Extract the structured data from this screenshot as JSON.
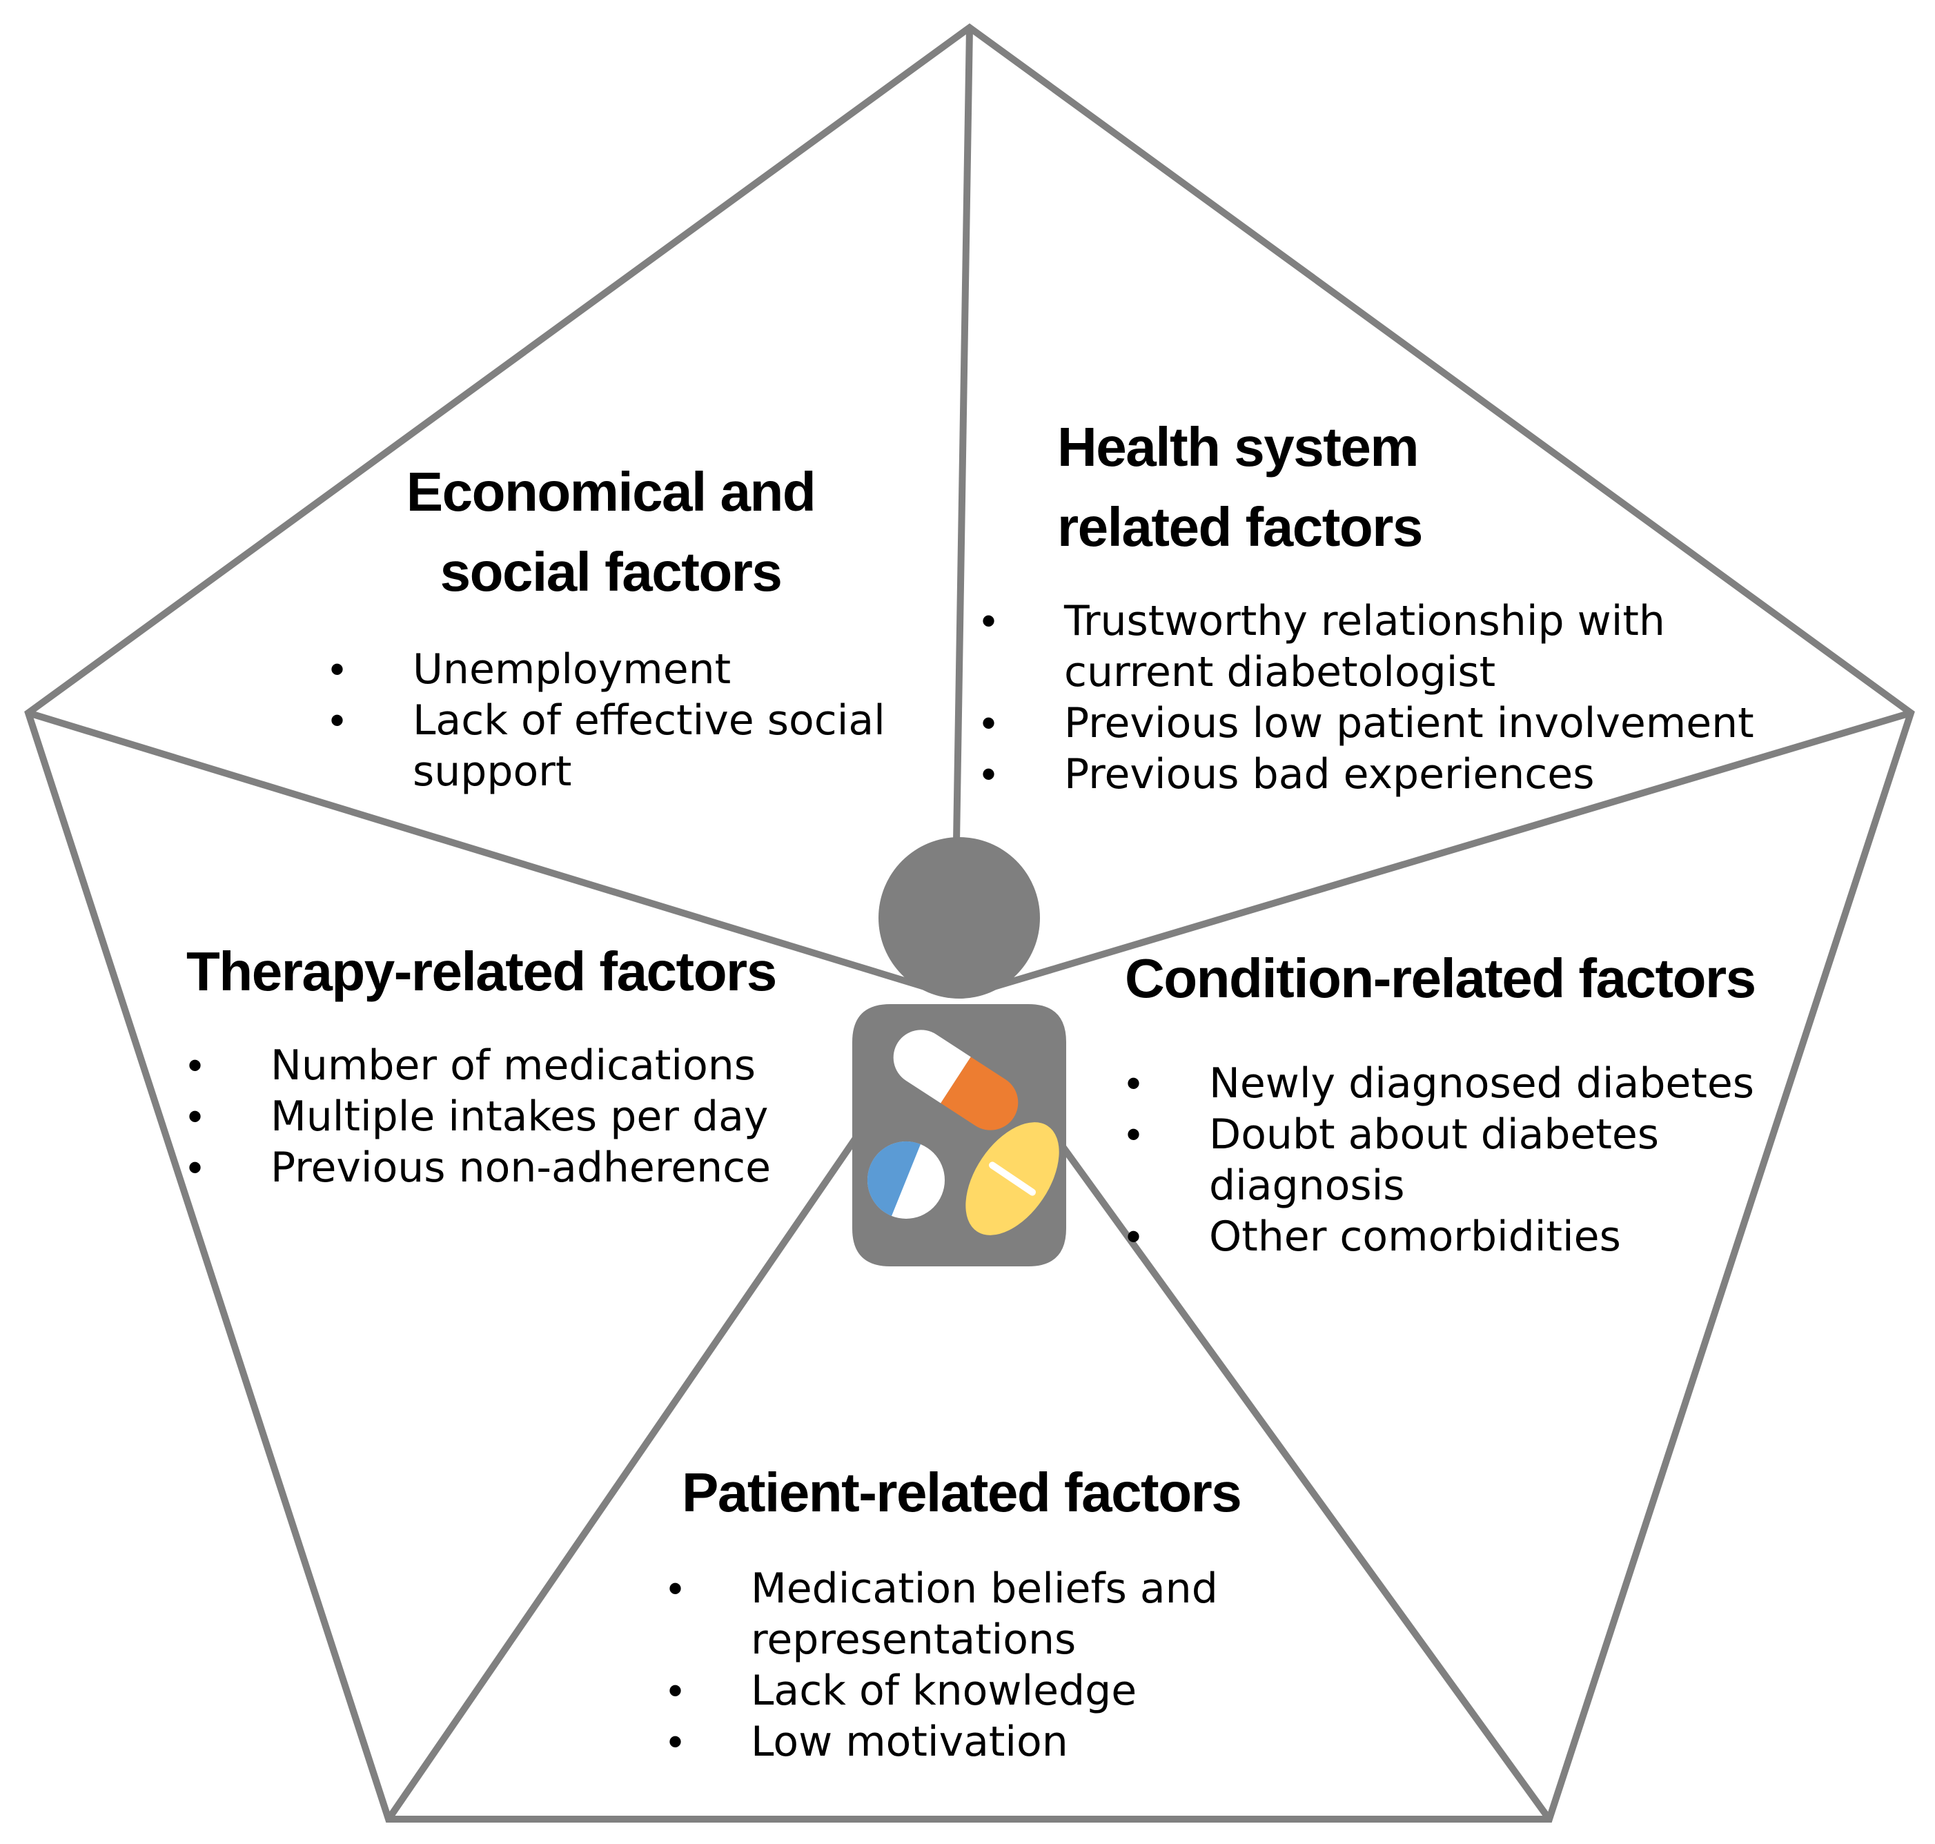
{
  "sections": {
    "economical": {
      "title_lines": [
        "Economical and",
        "social factors"
      ],
      "items": [
        {
          "lines": [
            "Unemployment"
          ]
        },
        {
          "lines": [
            "Lack of effective social",
            "support"
          ]
        }
      ]
    },
    "health_system": {
      "title_lines": [
        "Health system",
        "related factors"
      ],
      "items": [
        {
          "lines": [
            "Trustworthy relationship with",
            "current diabetologist"
          ]
        },
        {
          "lines": [
            "Previous low patient involvement"
          ]
        },
        {
          "lines": [
            "Previous bad experiences"
          ]
        }
      ]
    },
    "therapy": {
      "title_lines": [
        "Therapy-related factors"
      ],
      "items": [
        {
          "lines": [
            "Number of medications"
          ]
        },
        {
          "lines": [
            "Multiple intakes per day"
          ]
        },
        {
          "lines": [
            "Previous non-adherence"
          ]
        }
      ]
    },
    "condition": {
      "title_lines": [
        "Condition-related factors"
      ],
      "items": [
        {
          "lines": [
            "Newly diagnosed diabetes"
          ]
        },
        {
          "lines": [
            "Doubt about diabetes",
            "diagnosis"
          ]
        },
        {
          "lines": [
            "Other comorbidities"
          ]
        }
      ]
    },
    "patient": {
      "title_lines": [
        "Patient-related factors"
      ],
      "items": [
        {
          "lines": [
            "Medication beliefs and",
            "representations"
          ]
        },
        {
          "lines": [
            "Lack of knowledge"
          ]
        },
        {
          "lines": [
            "Low motivation"
          ]
        }
      ]
    }
  },
  "colors": {
    "outline": "#808080",
    "figure": "#7f7f7f",
    "pill_orange": "#ed7d31",
    "pill_blue": "#5b9bd5",
    "pill_yellow": "#ffd966",
    "pill_white": "#ffffff"
  },
  "icons": {
    "center_figure": "patient-with-pills-icon"
  }
}
